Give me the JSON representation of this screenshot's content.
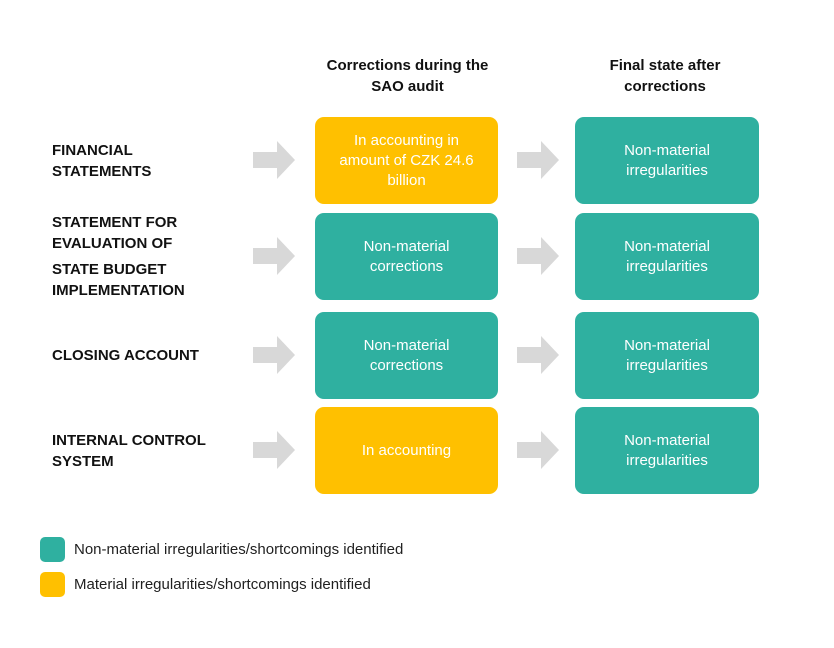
{
  "columns": [
    {
      "label": "Corrections during the\nSAO audit"
    },
    {
      "label": "Final state after\ncorrections"
    }
  ],
  "rows": [
    {
      "label": "FINANCIAL\nSTATEMENTS",
      "correction": {
        "text": "In accounting in amount of CZK 24.6 billion",
        "type": "material"
      },
      "final": {
        "text": "Non-material irregularities",
        "type": "non-material"
      }
    },
    {
      "label": "STATEMENT FOR\nEVALUATION OF",
      "label2": "STATE BUDGET\nIMPLEMENTATION",
      "correction": {
        "text": "Non-material corrections",
        "type": "non-material"
      },
      "final": {
        "text": "Non-material irregularities",
        "type": "non-material"
      }
    },
    {
      "label": "CLOSING ACCOUNT",
      "correction": {
        "text": "Non-material corrections",
        "type": "non-material"
      },
      "final": {
        "text": "Non-material irregularities",
        "type": "non-material"
      }
    },
    {
      "label": "INTERNAL CONTROL\nSYSTEM",
      "correction": {
        "text": "In accounting",
        "type": "material"
      },
      "final": {
        "text": "Non-material irregularities",
        "type": "non-material"
      }
    }
  ],
  "legend": {
    "items": [
      {
        "label": "Non-material irregularities/shortcomings identified",
        "type": "non-material"
      },
      {
        "label": "Material irregularities/shortcomings identified",
        "type": "material"
      }
    ]
  },
  "colors": {
    "non_material": "#2FB0A0",
    "material": "#FFC000",
    "arrow": "#D8D8D8"
  }
}
